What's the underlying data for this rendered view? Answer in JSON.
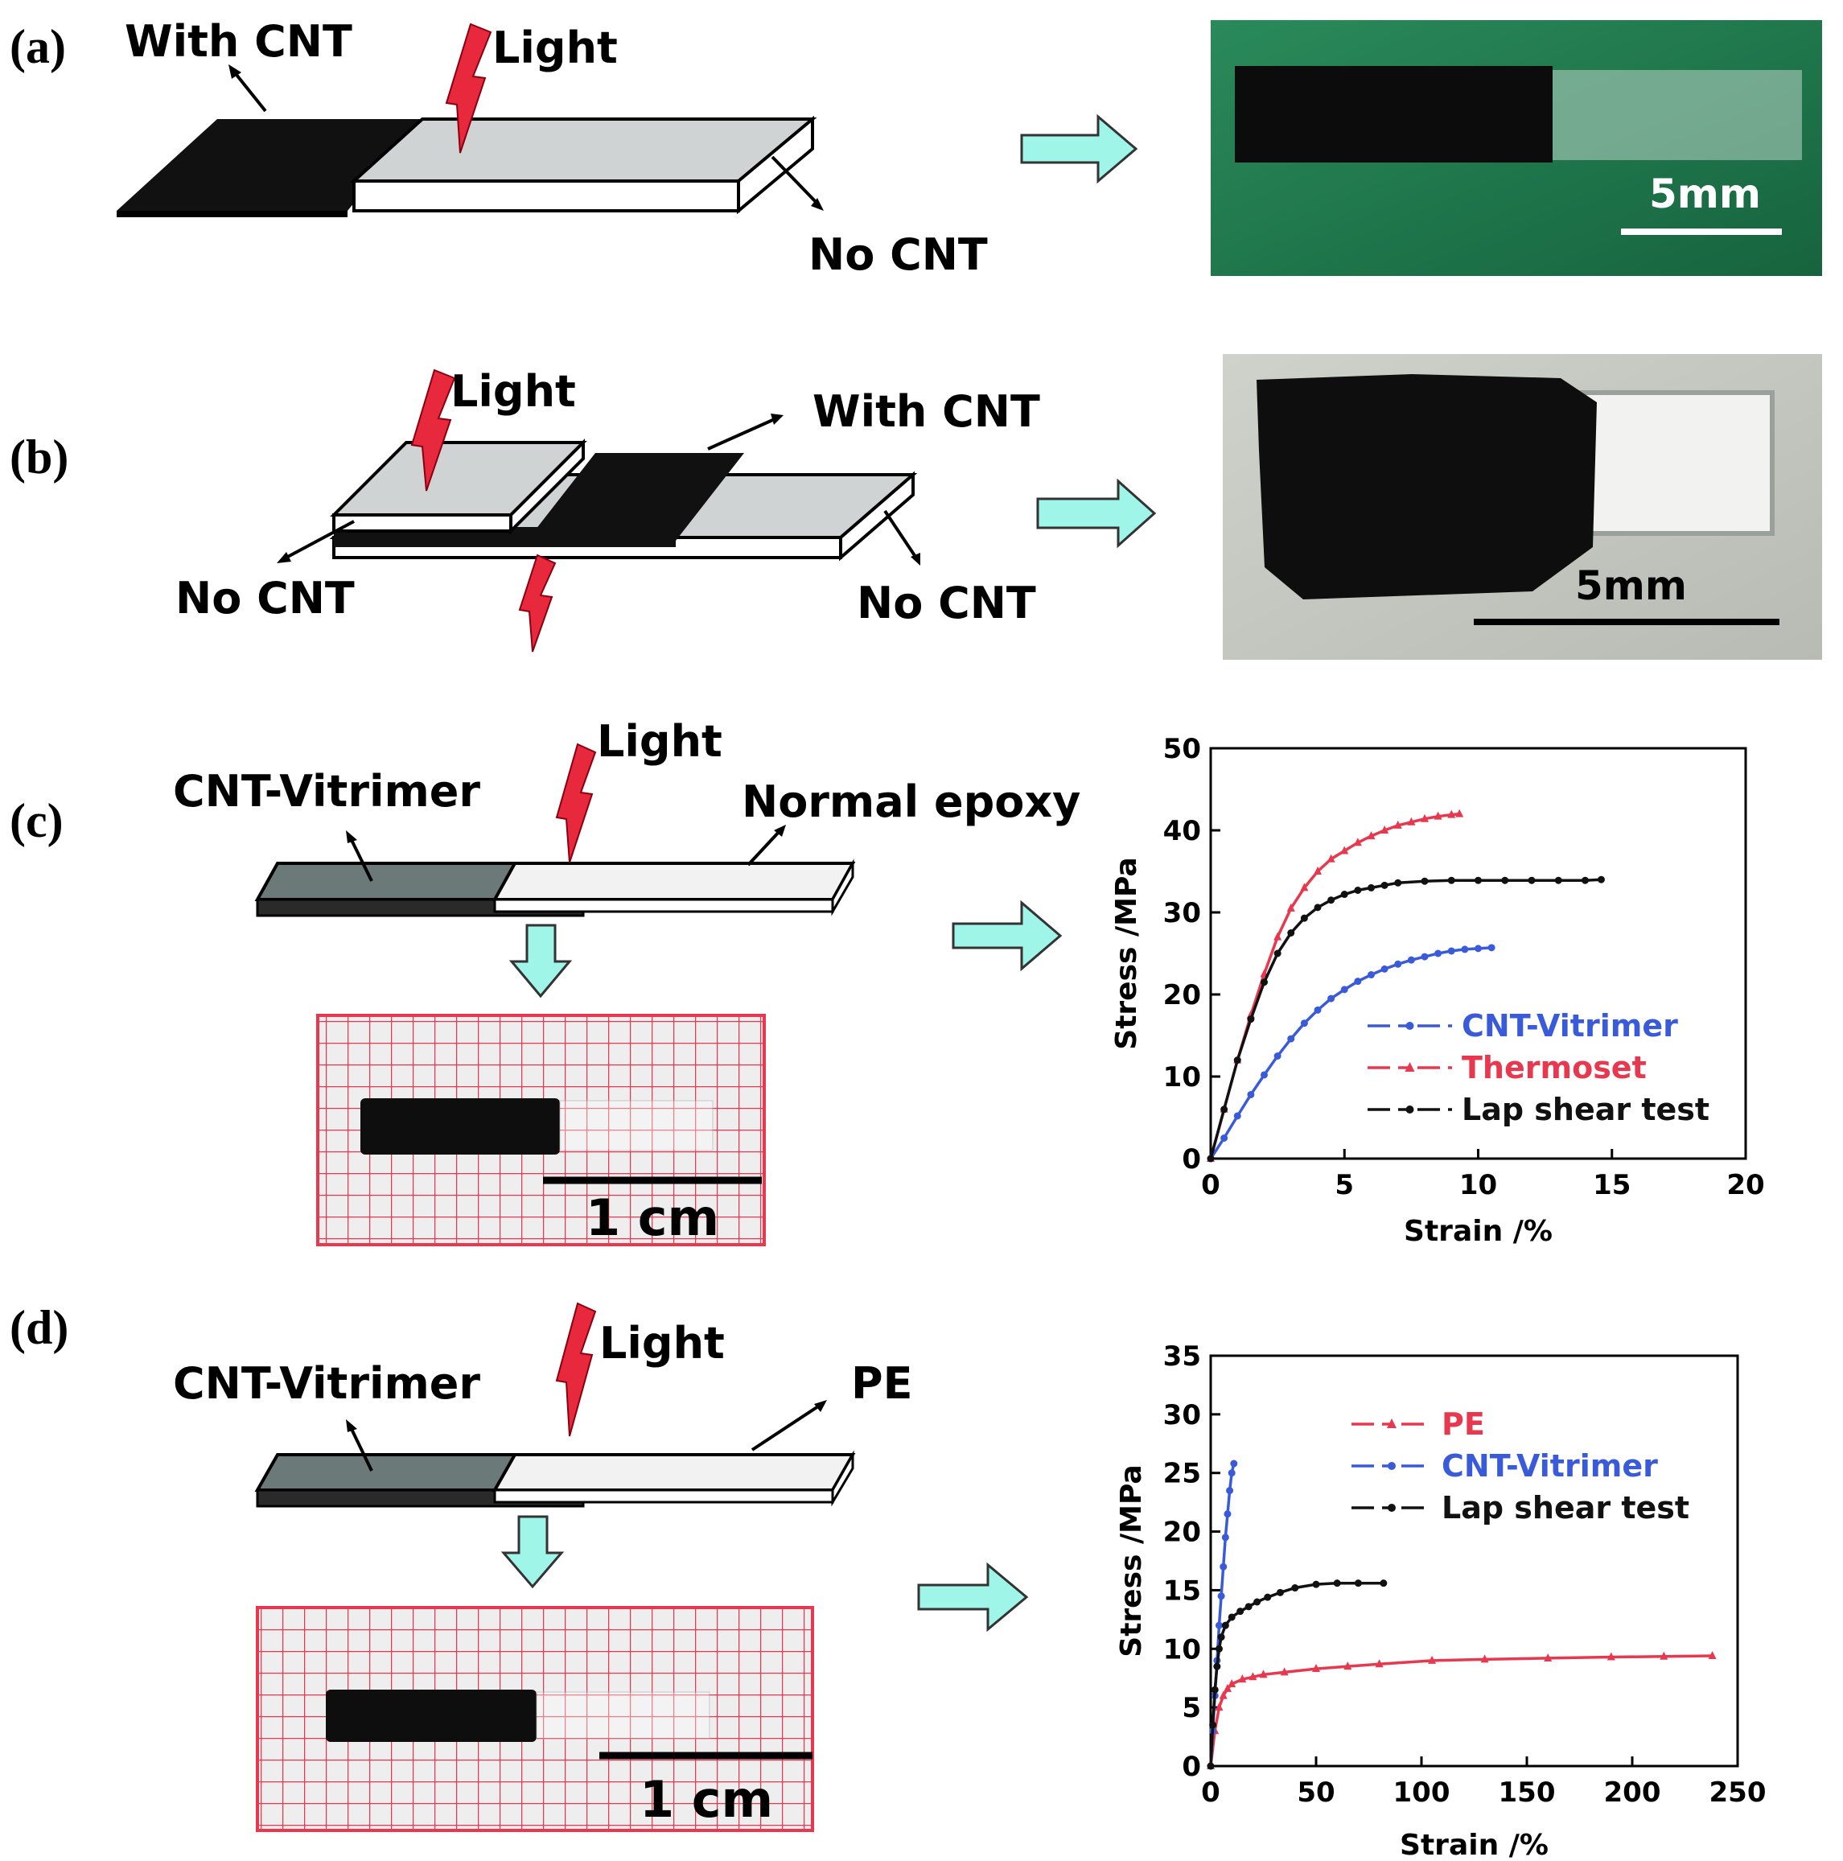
{
  "panels": {
    "a": {
      "label": "(a)",
      "with_cnt": "With CNT",
      "light": "Light",
      "no_cnt": "No CNT",
      "scale": "5mm"
    },
    "b": {
      "label": "(b)",
      "light": "Light",
      "with_cnt": "With CNT",
      "no_cnt_left": "No CNT",
      "no_cnt_right": "No CNT",
      "scale": "5mm"
    },
    "c": {
      "label": "(c)",
      "cnt_vitrimer": "CNT-Vitrimer",
      "light": "Light",
      "normal_epoxy": "Normal epoxy",
      "scale": "1 cm"
    },
    "d": {
      "label": "(d)",
      "cnt_vitrimer": "CNT-Vitrimer",
      "light": "Light",
      "pe": "PE",
      "scale": "1 cm"
    }
  },
  "colors": {
    "arrow_fill": "#9ff5e8",
    "photo_a_bg": "#1f7a4c",
    "photo_b_bg": "#c9ccc5",
    "grid_red": "#e8384f",
    "cnt_black": "#111111",
    "vitrimer_gray": "#6b7a78"
  },
  "chart_data": [
    {
      "type": "line",
      "xlabel": "Strain /%",
      "ylabel": "Stress /MPa",
      "xlim": [
        0,
        20
      ],
      "ylim": [
        0,
        50
      ],
      "xticks": [
        "0",
        "5",
        "10",
        "15",
        "20"
      ],
      "yticks": [
        "0",
        "10",
        "20",
        "30",
        "40",
        "50"
      ],
      "legend": "bottom-right",
      "series": [
        {
          "name": "CNT-Vitrimer",
          "color": "#3a5bd9",
          "marker": "dot",
          "x": [
            0,
            0.5,
            1,
            1.5,
            2,
            2.5,
            3,
            3.5,
            4,
            4.5,
            5,
            5.5,
            6,
            6.5,
            7,
            7.5,
            8,
            8.5,
            9,
            9.5,
            10,
            10.5
          ],
          "y": [
            0,
            2.5,
            5.2,
            7.8,
            10.2,
            12.5,
            14.6,
            16.5,
            18.1,
            19.5,
            20.6,
            21.6,
            22.4,
            23.1,
            23.7,
            24.2,
            24.6,
            25.0,
            25.3,
            25.5,
            25.6,
            25.7
          ]
        },
        {
          "name": "Thermoset",
          "color": "#e8384f",
          "marker": "triangle",
          "x": [
            0,
            0.5,
            1,
            1.5,
            2,
            2.5,
            3,
            3.5,
            4,
            4.5,
            5,
            5.5,
            6,
            6.5,
            7,
            7.5,
            8,
            8.5,
            9,
            9.3
          ],
          "y": [
            0,
            6,
            12,
            17.5,
            22.5,
            27,
            30.5,
            33,
            35,
            36.5,
            37.5,
            38.5,
            39.3,
            40,
            40.6,
            41,
            41.4,
            41.7,
            41.9,
            42
          ]
        },
        {
          "name": "Lap shear test",
          "color": "#111111",
          "marker": "dot",
          "x": [
            0,
            0.5,
            1,
            1.5,
            2,
            2.5,
            3,
            3.5,
            4,
            4.5,
            5,
            5.5,
            6,
            6.5,
            7,
            8,
            9,
            10,
            11,
            12,
            13,
            14,
            14.6
          ],
          "y": [
            0,
            6,
            12,
            17,
            21.5,
            25,
            27.5,
            29.3,
            30.6,
            31.5,
            32.2,
            32.7,
            33,
            33.3,
            33.6,
            33.8,
            33.9,
            33.9,
            33.9,
            33.9,
            33.9,
            33.9,
            34
          ]
        }
      ]
    },
    {
      "type": "line",
      "xlabel": "Strain /%",
      "ylabel": "Stress /MPa",
      "xlim": [
        0,
        250
      ],
      "ylim": [
        0,
        35
      ],
      "xticks": [
        "0",
        "50",
        "100",
        "150",
        "200",
        "250"
      ],
      "yticks": [
        "0",
        "5",
        "10",
        "15",
        "20",
        "25",
        "30",
        "35"
      ],
      "legend": "top-right",
      "series": [
        {
          "name": "PE",
          "color": "#e8384f",
          "marker": "triangle",
          "x": [
            0,
            2,
            4,
            6,
            8,
            10,
            15,
            20,
            25,
            35,
            50,
            65,
            80,
            105,
            130,
            160,
            190,
            215,
            238
          ],
          "y": [
            0,
            3,
            5,
            6,
            6.6,
            7,
            7.4,
            7.6,
            7.8,
            8,
            8.3,
            8.5,
            8.7,
            9,
            9.1,
            9.2,
            9.3,
            9.35,
            9.4
          ]
        },
        {
          "name": "CNT-Vitrimer",
          "color": "#3a5bd9",
          "marker": "dot",
          "x": [
            0,
            1,
            2,
            3,
            4,
            5,
            6,
            7,
            8,
            9,
            10,
            11
          ],
          "y": [
            0,
            3,
            6,
            9,
            12,
            14.5,
            17,
            19.5,
            21.5,
            23.5,
            25,
            25.8
          ]
        },
        {
          "name": "Lap shear test",
          "color": "#111111",
          "marker": "dot",
          "x": [
            0,
            1,
            2,
            3,
            4,
            5,
            7,
            10,
            14,
            18,
            22,
            27,
            33,
            40,
            50,
            60,
            70,
            82
          ],
          "y": [
            0,
            3.5,
            6.5,
            8.5,
            10,
            11,
            12,
            12.7,
            13.2,
            13.6,
            14,
            14.4,
            14.8,
            15.2,
            15.5,
            15.6,
            15.6,
            15.6
          ]
        }
      ]
    }
  ]
}
